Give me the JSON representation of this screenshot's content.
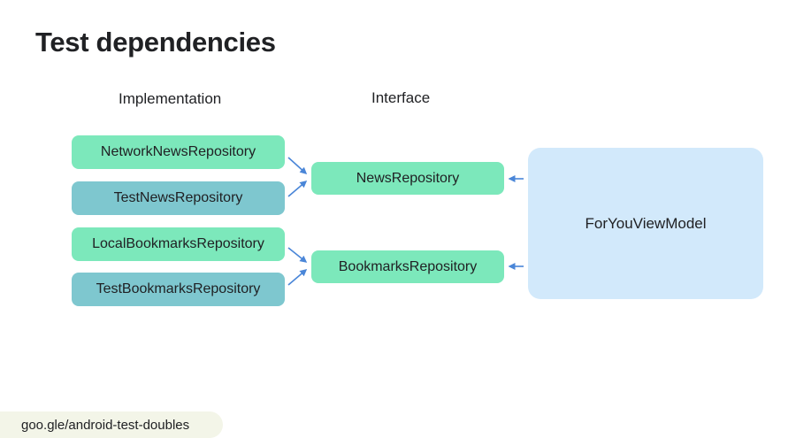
{
  "slide": {
    "title": "Test dependencies",
    "column_labels": {
      "implementation": "Implementation",
      "interface": "Interface"
    },
    "implementations": [
      {
        "label": "NetworkNewsRepository",
        "kind": "production"
      },
      {
        "label": "TestNewsRepository",
        "kind": "test"
      },
      {
        "label": "LocalBookmarksRepository",
        "kind": "production"
      },
      {
        "label": "TestBookmarksRepository",
        "kind": "test"
      }
    ],
    "interfaces": [
      {
        "label": "NewsRepository"
      },
      {
        "label": "BookmarksRepository"
      }
    ],
    "consumer": {
      "label": "ForYouViewModel"
    },
    "footer_link": "goo.gle/android-test-doubles",
    "colors": {
      "production": "#7ce8bb",
      "test": "#7ec7cf",
      "interface": "#7ce8bb",
      "consumer": "#d2e9fb",
      "arrow": "#4a86d8",
      "footer_bg": "#f3f5e8"
    }
  }
}
